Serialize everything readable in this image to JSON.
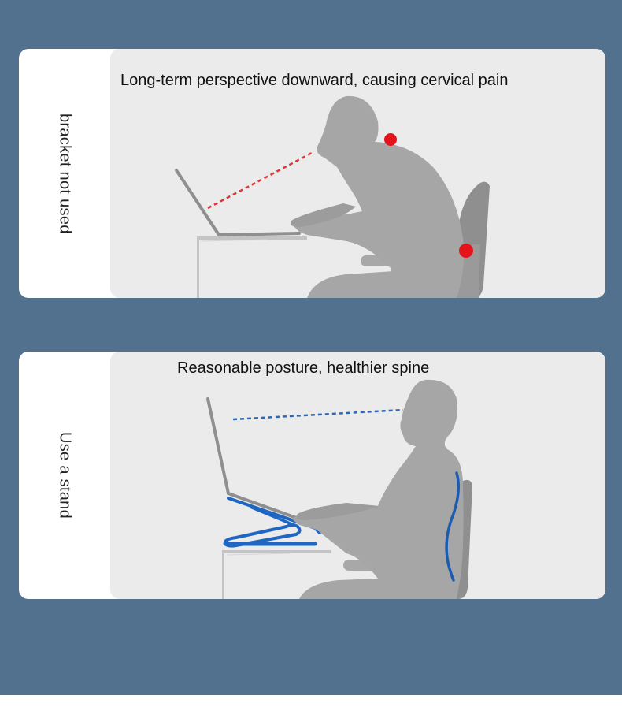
{
  "panels": [
    {
      "side_label": "bracket not used",
      "caption": "Long-term perspective downward, causing cervical pain",
      "sightline_color": "#e0343a",
      "pain_marker_color": "#e5141c",
      "icons": [
        "laptop-on-desk-icon",
        "person-hunched-icon",
        "office-chair-icon",
        "neck-pain-marker-icon",
        "lower-back-pain-marker-icon"
      ]
    },
    {
      "side_label": "Use a stand",
      "caption": "Reasonable posture, healthier spine",
      "sightline_color": "#2f67b3",
      "stand_color": "#1e66c2",
      "spine_color": "#1c5cb0",
      "icons": [
        "laptop-on-stand-icon",
        "person-upright-icon",
        "office-chair-icon",
        "spine-curve-icon"
      ]
    }
  ]
}
